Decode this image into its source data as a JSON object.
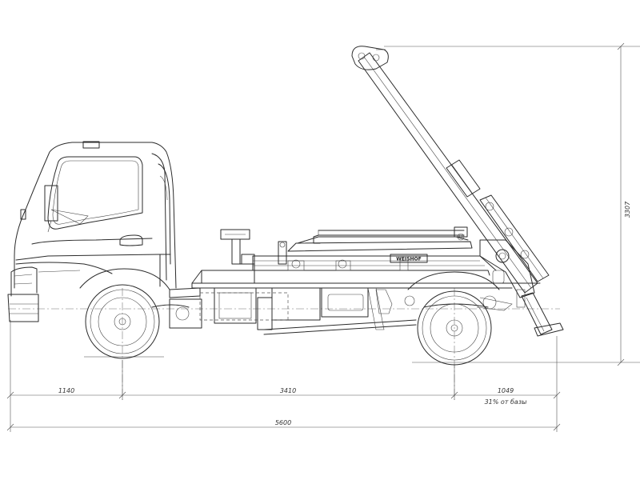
{
  "drawing": {
    "dimensions": {
      "front_overhang": "1140",
      "wheelbase": "3410",
      "rear_overhang": "1049",
      "rear_note": "31% от базы",
      "overall_length": "5600",
      "boom_height": "3307"
    },
    "nameplate": "WEISHOF"
  }
}
